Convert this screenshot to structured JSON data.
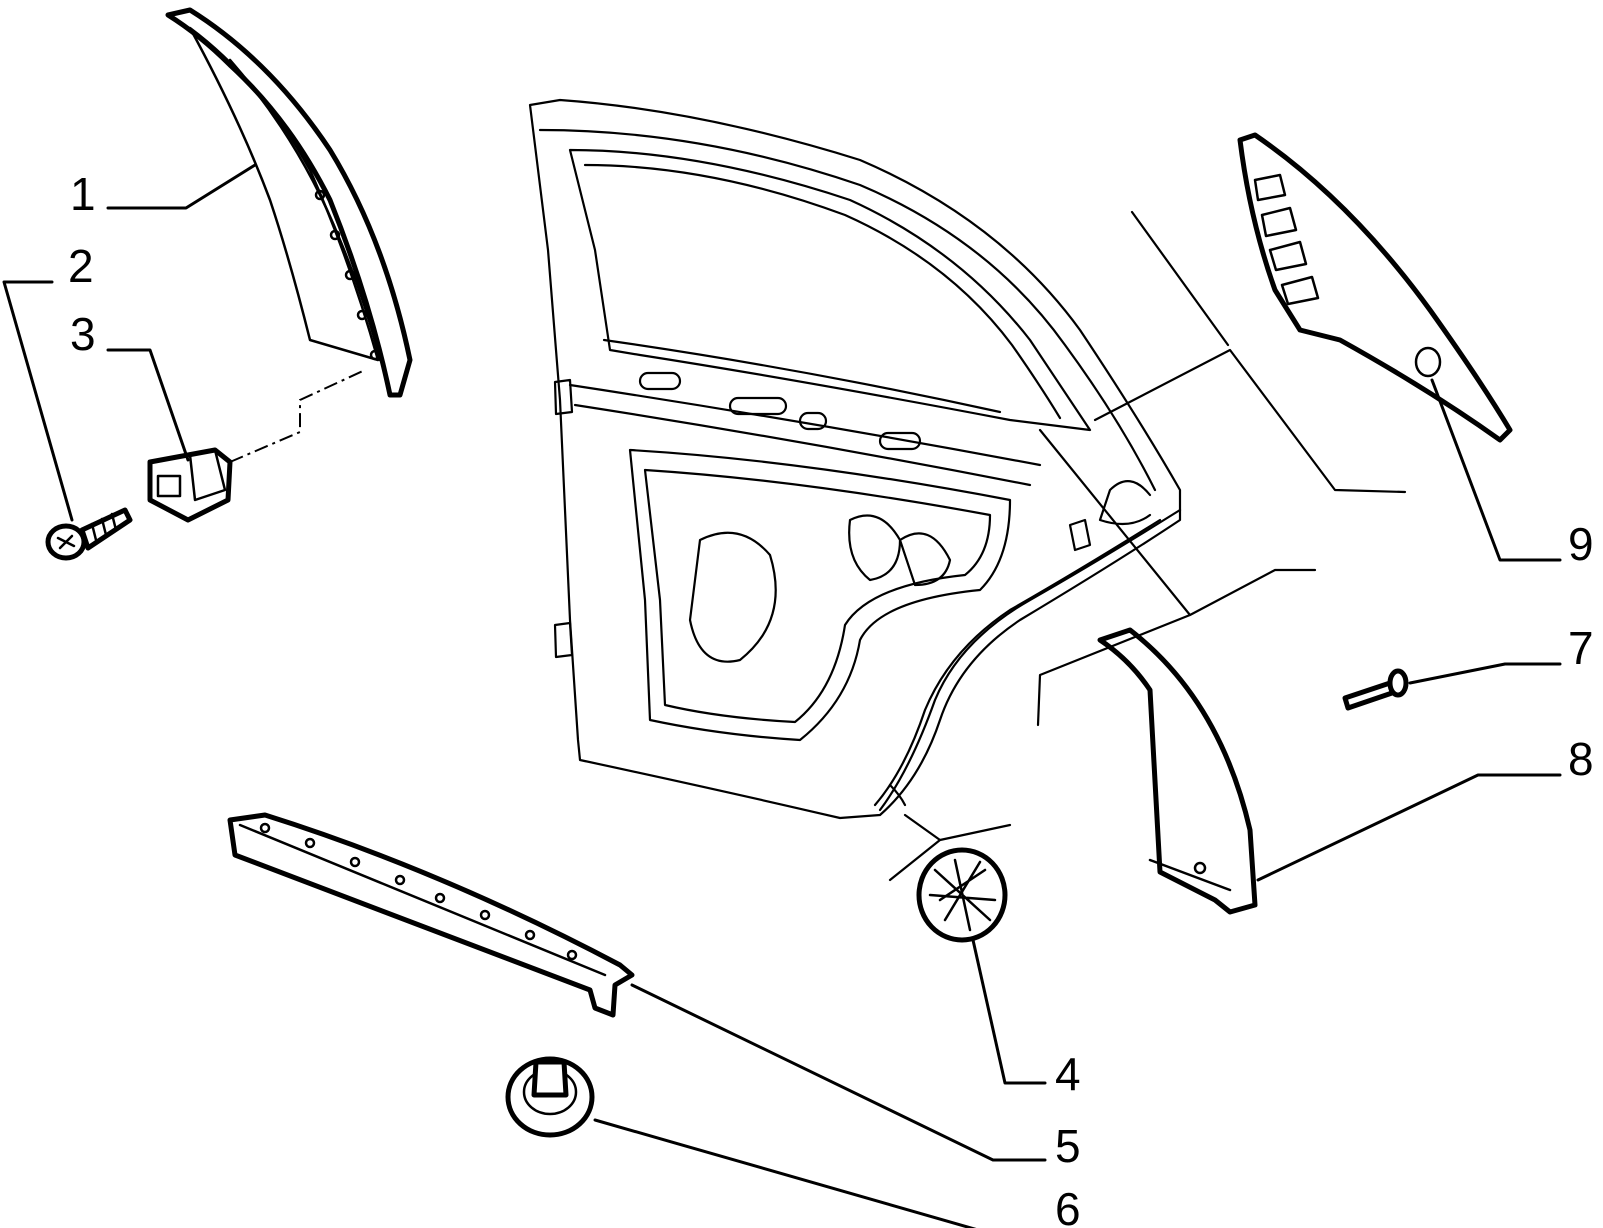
{
  "diagram": {
    "type": "exploded-parts-view",
    "colors": {
      "ink": "#000000",
      "paper": "#ffffff"
    },
    "callouts": [
      {
        "id": "1",
        "label": "1"
      },
      {
        "id": "2",
        "label": "2"
      },
      {
        "id": "3",
        "label": "3"
      },
      {
        "id": "4",
        "label": "4"
      },
      {
        "id": "5",
        "label": "5"
      },
      {
        "id": "6",
        "label": "6"
      },
      {
        "id": "7",
        "label": "7"
      },
      {
        "id": "8",
        "label": "8"
      },
      {
        "id": "9",
        "label": "9"
      }
    ]
  }
}
